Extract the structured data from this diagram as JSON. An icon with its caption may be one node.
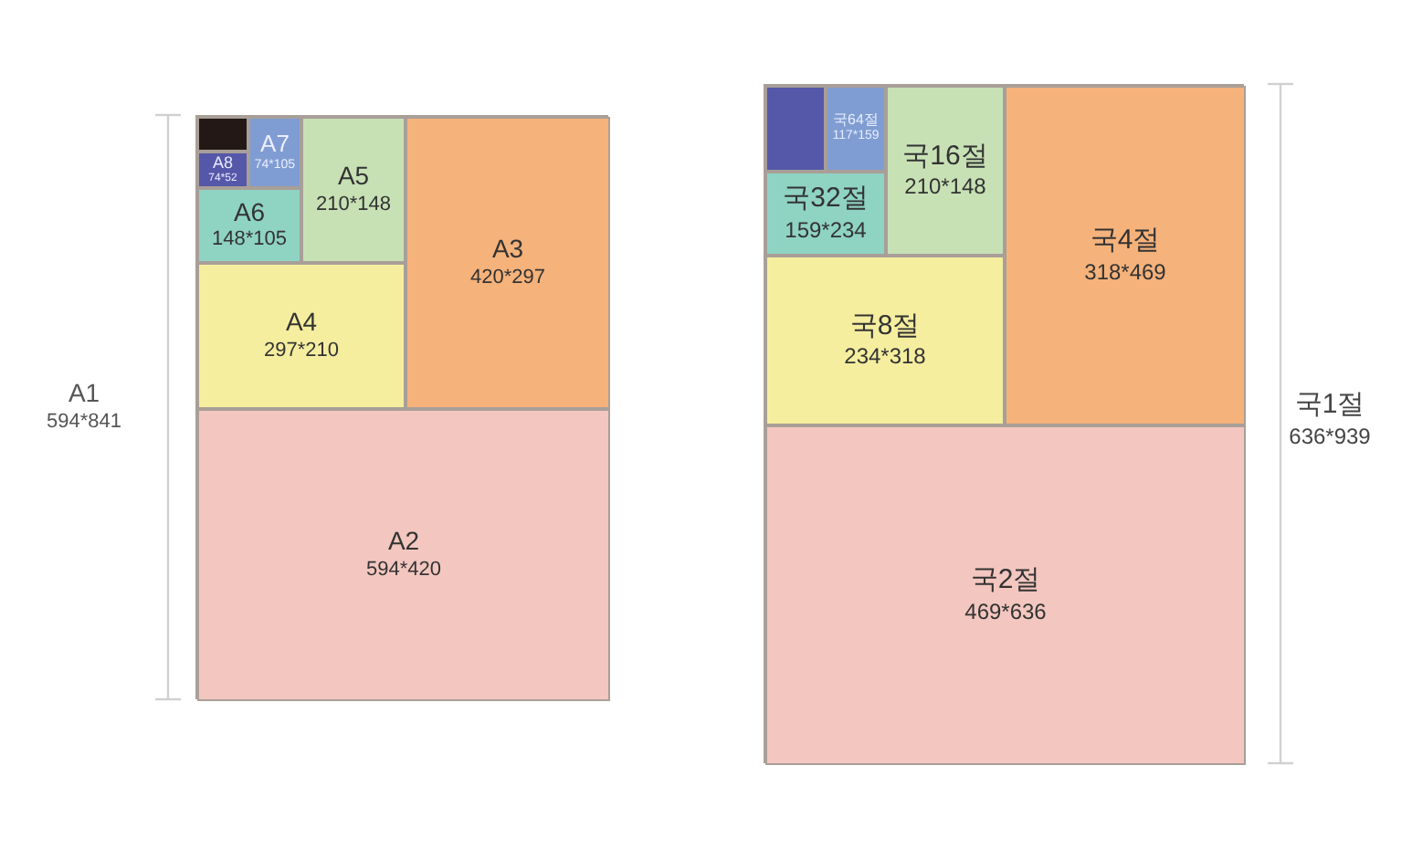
{
  "diagram": {
    "nodes": [
      {
        "text": [
          "A1",
          "594*841"
        ]
      },
      {
        "text": [],
        "shape": "box",
        "in": 0
      },
      {
        "text": [
          "A8",
          "74*52"
        ],
        "in": 0
      },
      {
        "text": [
          "A7",
          "74*105"
        ],
        "in": 0
      },
      {
        "text": [
          "A6",
          "148*105"
        ],
        "in": 0
      },
      {
        "text": [
          "A5",
          "210*148"
        ],
        "in": 0
      },
      {
        "text": [
          "A4",
          "297*210"
        ],
        "in": 0
      },
      {
        "text": [
          "A3",
          "420*297"
        ],
        "in": 0
      },
      {
        "text": [
          "A2",
          "594*420"
        ],
        "in": 0
      },
      {
        "text": [
          "국1절",
          "636*939"
        ]
      },
      {
        "text": [],
        "shape": "box",
        "in": 9
      },
      {
        "text": [
          "국64절",
          "117*159"
        ],
        "in": 9
      },
      {
        "text": [
          "국32절",
          "159*234"
        ],
        "in": 9
      },
      {
        "text": [
          "국16절",
          "210*148"
        ],
        "in": 9
      },
      {
        "text": [
          "국8절",
          "234*318"
        ],
        "in": 9
      },
      {
        "text": [
          "국4절",
          "318*469"
        ],
        "in": 9
      },
      {
        "text": [
          "국2절",
          "469*636"
        ],
        "in": 9
      }
    ]
  }
}
